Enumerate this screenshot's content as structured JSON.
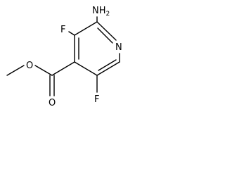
{
  "molecule": {
    "atoms": {
      "amino_N": "NH",
      "amino_H_count": "2",
      "ring_N": "N",
      "fluoro_top": "F",
      "fluoro_bottom": "F",
      "ester_O_single": "O",
      "ester_O_double": "O"
    }
  }
}
